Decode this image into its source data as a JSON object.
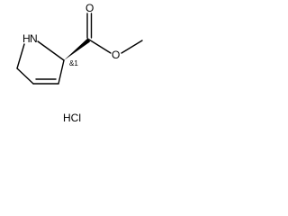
{
  "molecule": {
    "atoms": {
      "ring_nitrogen": "N",
      "ring_nitrogen_hydrogen": "H",
      "carbonyl_oxygen": "O",
      "ester_oxygen": "O"
    },
    "stereo_descriptor": "&1",
    "counterion": "HCl"
  }
}
